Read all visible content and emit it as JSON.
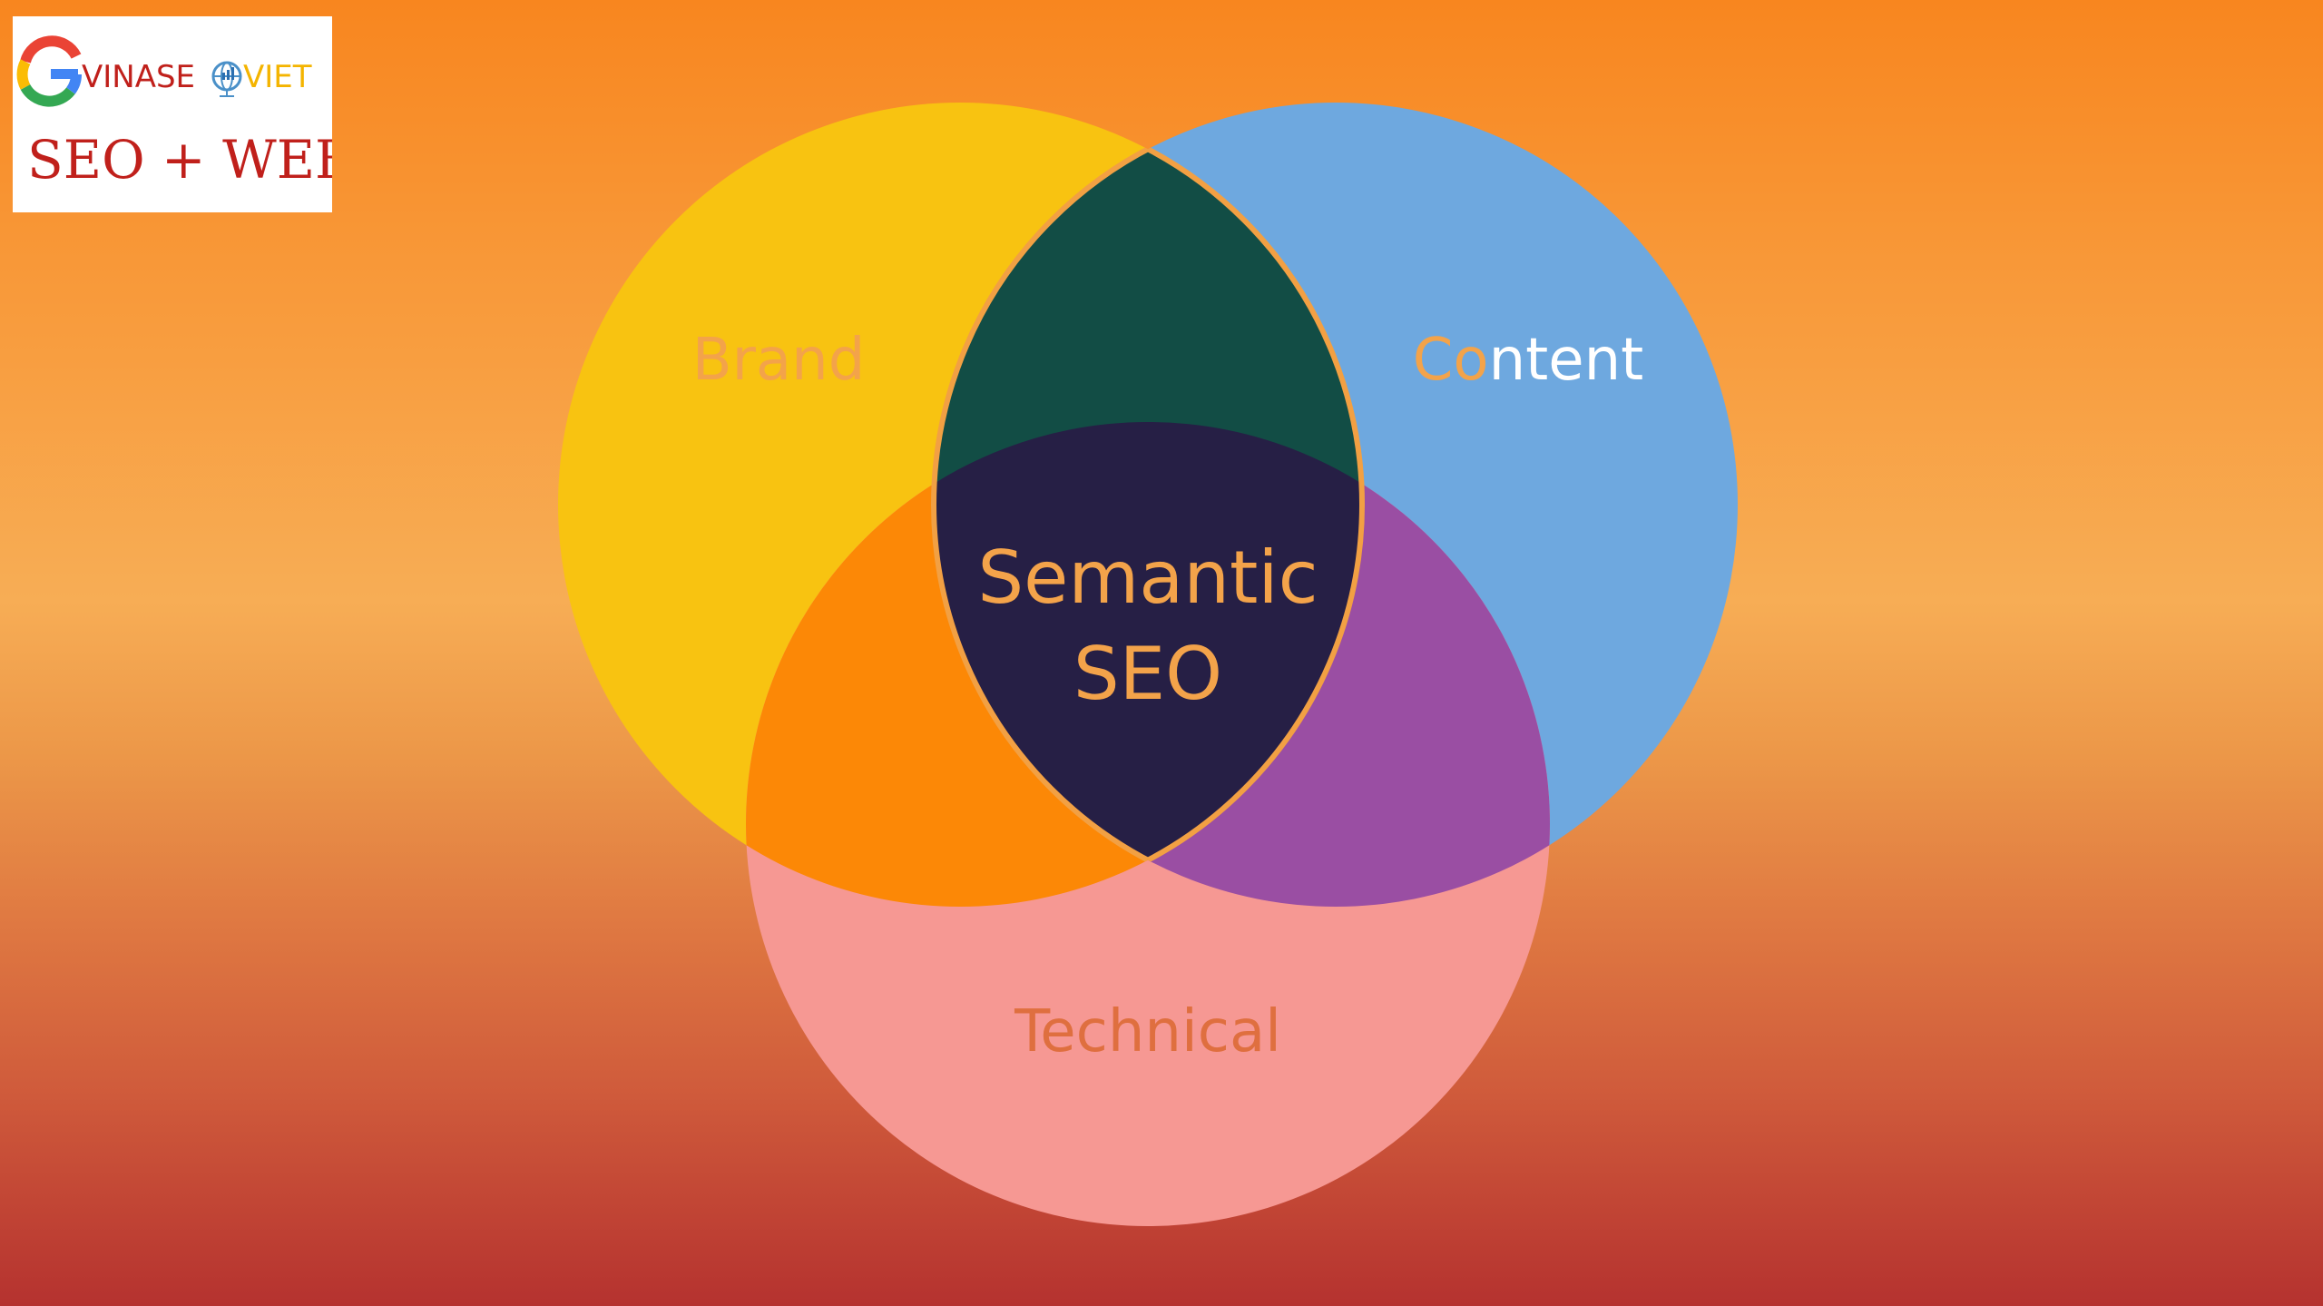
{
  "logo": {
    "brand_prefix": "VINASE",
    "brand_suffix": "VIET",
    "tagline": "SEO + WEB",
    "icon": "google-g-icon",
    "globe_icon": "globe-icon"
  },
  "venn": {
    "sets": [
      {
        "name": "brand",
        "label": "Brand",
        "color": "#f8c311",
        "label_color": "#f3a34a"
      },
      {
        "name": "content",
        "label": "Content",
        "color": "#6ea8df",
        "label_color": "#ffffff",
        "label_accent_color": "#f3a34a"
      },
      {
        "name": "technical",
        "label": "Technical",
        "color": "#f69893",
        "label_color": "#df6f3f"
      }
    ],
    "overlaps": {
      "brand_content": "#124d45",
      "brand_technical": "#fc8806",
      "content_technical": "#9a4ea3",
      "center": "#261f45"
    },
    "center_label_line1": "Semantic",
    "center_label_line2": "SEO",
    "center_label_color": "#f3a34a",
    "outline_color": "#f2a043"
  },
  "colors": {
    "google_blue": "#4285f4",
    "google_red": "#ea4335",
    "google_yellow": "#fbbc05",
    "google_green": "#34a853",
    "logo_red": "#c0201b",
    "logo_yellow": "#f4b400"
  }
}
